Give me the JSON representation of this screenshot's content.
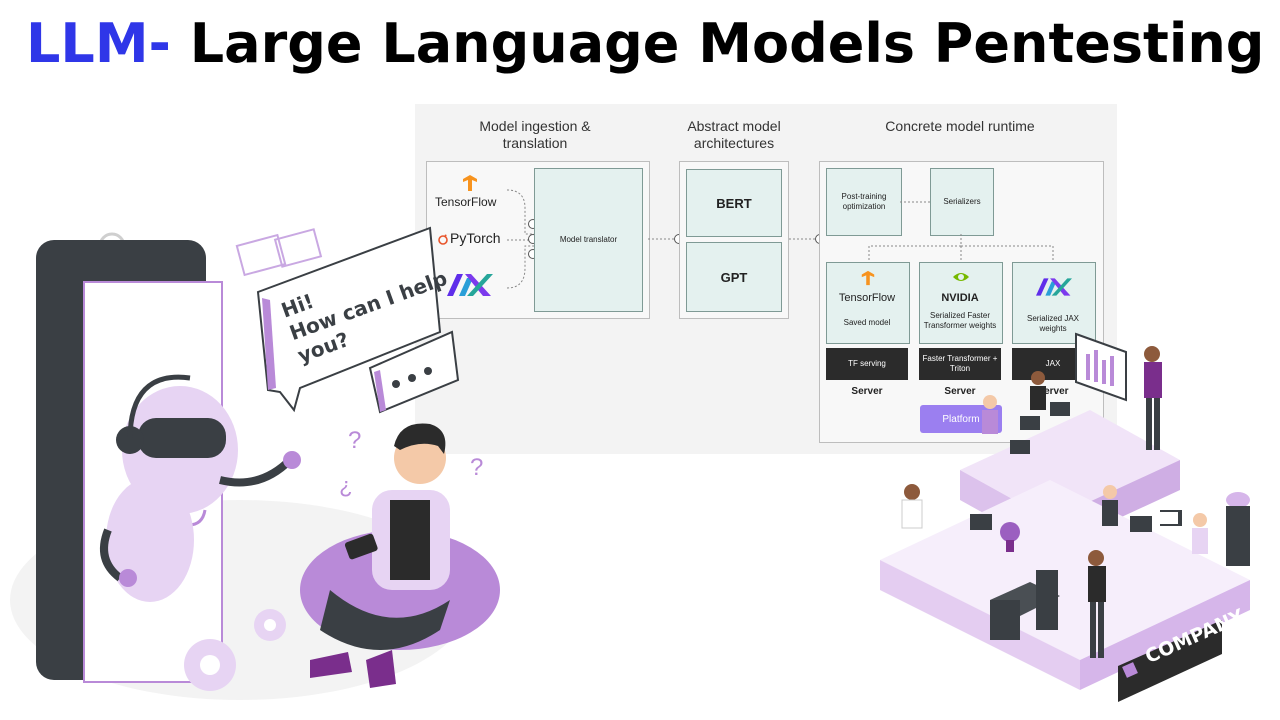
{
  "title": {
    "accent": "LLM-",
    "rest": " Large Language Models Pentesting"
  },
  "diagram": {
    "col1_heading": "Model ingestion & translation",
    "col2_heading": "Abstract model architectures",
    "col3_heading": "Concrete model runtime",
    "frameworks": [
      "TensorFlow",
      "PyTorch"
    ],
    "model_translator": "Model translator",
    "architectures": [
      "BERT",
      "GPT"
    ],
    "post_training": "Post-training optimization",
    "serializers": "Serializers",
    "runtimes": [
      {
        "logo": "TensorFlow",
        "desc": "Saved model",
        "serving": "TF serving",
        "server": "Server"
      },
      {
        "logo": "NVIDIA",
        "desc": "Serialized Faster Transformer weights",
        "serving": "Faster Transformer + Triton",
        "server": "Server"
      },
      {
        "logo": "",
        "desc": "Serialized JAX weights",
        "serving": "JAX",
        "server": "Server"
      }
    ],
    "platform": "Platform"
  },
  "chat": {
    "greeting": "Hi!",
    "question": "How can I help you?",
    "typing": "• • •"
  },
  "company_sign": "COMPANY",
  "colors": {
    "accent_blue": "#2f36e8",
    "purple": "#b98ad8",
    "light_purple": "#e7d4f3",
    "dark": "#2b2b2b",
    "teal_box": "#e4f1ef"
  }
}
